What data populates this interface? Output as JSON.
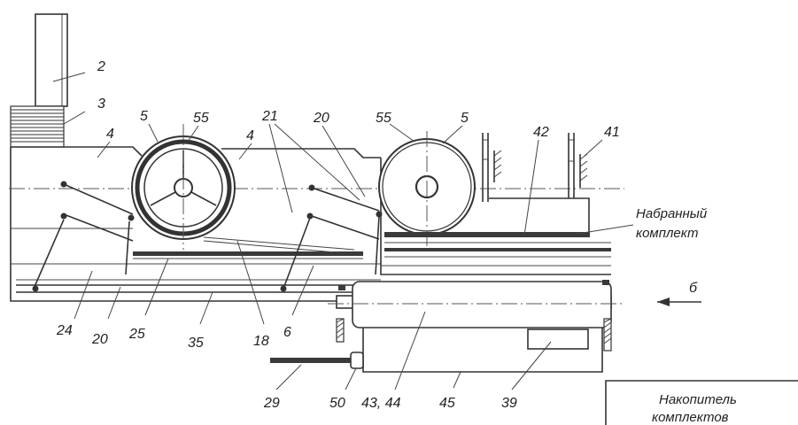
{
  "labels": {
    "l2": "2",
    "l3": "3",
    "l4a": "4",
    "l4b": "4",
    "l5a": "5",
    "l5b": "5",
    "l55a": "55",
    "l55b": "55",
    "l21": "21",
    "l20a": "20",
    "l20b": "20",
    "l42": "42",
    "l41": "41",
    "l24": "24",
    "l25": "25",
    "l35": "35",
    "l18": "18",
    "l6": "6",
    "l29": "29",
    "l50": "50",
    "l4344": "43, 44",
    "l45": "45",
    "l39": "39",
    "lB": "б"
  },
  "text": {
    "set_line1": "Набранный",
    "set_line2": "комплект",
    "store_line1": "Накопитель",
    "store_line2": "комплектов"
  }
}
